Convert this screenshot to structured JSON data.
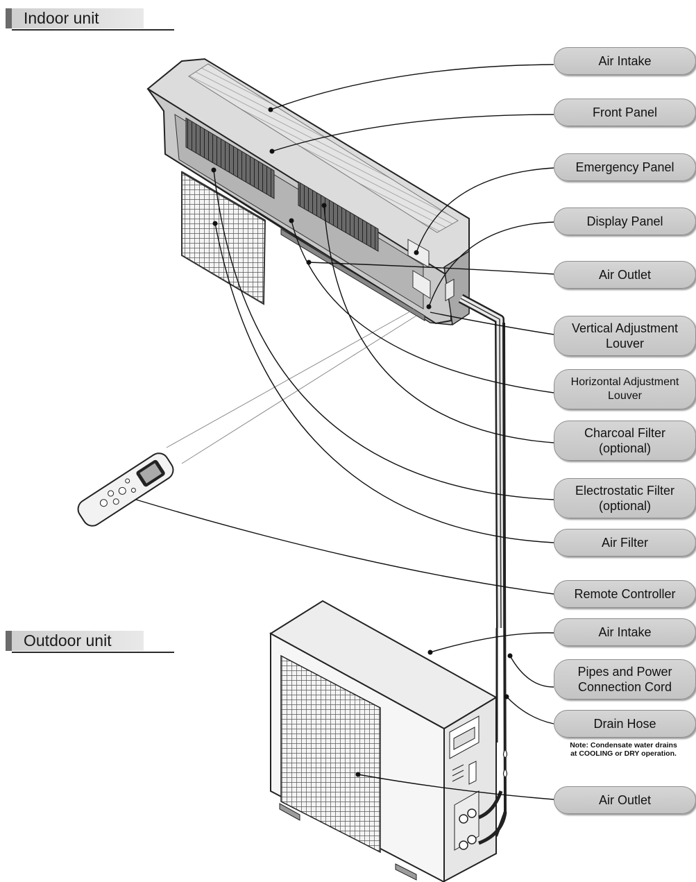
{
  "sections": {
    "indoor": "Indoor unit",
    "outdoor": "Outdoor unit"
  },
  "labels": {
    "air_intake_indoor": "Air Intake",
    "front_panel": "Front Panel",
    "emergency_panel": "Emergency Panel",
    "display_panel": "Display Panel",
    "air_outlet_indoor": "Air Outlet",
    "vertical_louver_1": "Vertical Adjustment",
    "vertical_louver_2": "Louver",
    "horizontal_louver_1": "Horizontal Adjustment",
    "horizontal_louver_2": "Louver",
    "charcoal_filter_1": "Charcoal Filter",
    "charcoal_filter_2": "(optional)",
    "electrostatic_filter_1": "Electrostatic Filter",
    "electrostatic_filter_2": "(optional)",
    "air_filter": "Air Filter",
    "remote_controller": "Remote Controller",
    "air_intake_outdoor": "Air Intake",
    "pipes_cord_1": "Pipes and Power",
    "pipes_cord_2": "Connection Cord",
    "drain_hose": "Drain Hose",
    "air_outlet_outdoor": "Air Outlet"
  },
  "note": {
    "line1": "Note: Condensate water drains",
    "line2": "at COOLING or DRY operation."
  }
}
